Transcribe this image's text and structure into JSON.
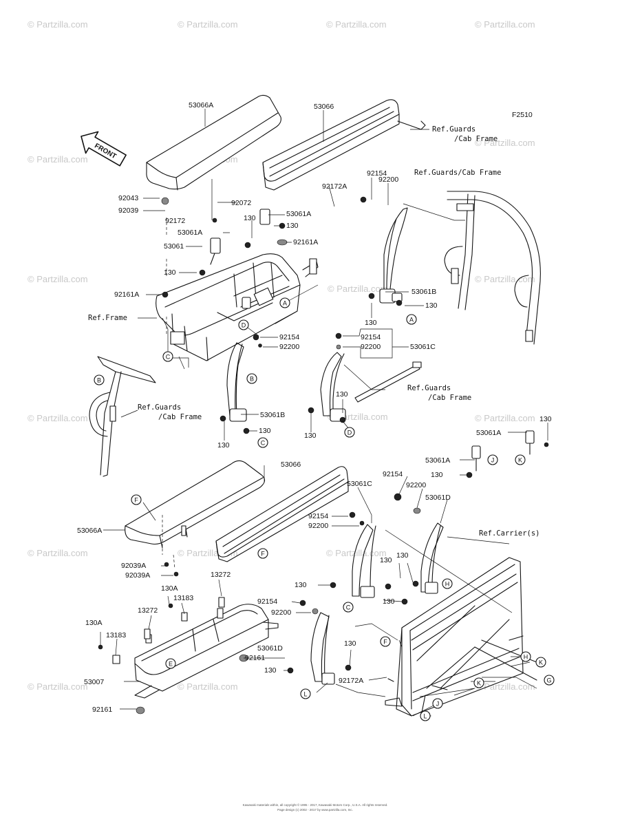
{
  "figure_code": "F2510",
  "front_label": "FRONT",
  "watermark_text": "© Partzilla.com",
  "footer": {
    "line1": "Kawasaki materials within, all copyright © 1995 - 2017, Kawasaki Motors Corp., U.S.A. All rights reserved.",
    "line2": "Page design (c) 2002 - 2017 by www.partzilla.com, Inc."
  },
  "refs": {
    "guards_cab_1": [
      "Ref.Guards",
      "/Cab Frame"
    ],
    "guards_cab_2": "Ref.Guards/Cab Frame",
    "guards_cab_3": [
      "Ref.Guards",
      "/Cab Frame"
    ],
    "guards_cab_4": [
      "Ref.Guards",
      "/Cab Frame"
    ],
    "frame": "Ref.Frame",
    "carrier": "Ref.Carrier(s)"
  },
  "labels": {
    "l53066A_top": "53066A",
    "l53066_top": "53066",
    "l92043": "92043",
    "l92039": "92039",
    "l92072": "92072",
    "l92172_a": "92172",
    "l92172A_top": "92172A",
    "l92154_top": "92154",
    "l92200_top": "92200",
    "l53061A_1": "53061A",
    "l130_1": "130",
    "l53061A_2": "53061A",
    "l130_2": "130",
    "l92161A_1": "92161A",
    "l53061": "53061",
    "l130_3": "130",
    "l92161A_2": "92161A",
    "l53061B_r": "53061B",
    "l130_4": "130",
    "l130_5": "130",
    "l92154_m": "92154",
    "l92200_m": "92200",
    "l92154_r": "92154",
    "l92200_r": "92200",
    "l53061C_r": "53061C",
    "l53061B_l": "53061B",
    "l130_6": "130",
    "l130_7": "130",
    "l130_8": "130",
    "l130_9": "130",
    "l53061A_3": "53061A",
    "l53061A_4": "53061A",
    "l130_10": "130",
    "l92154_b": "92154",
    "l92200_b": "92200",
    "l53061D_b": "53061D",
    "l53066_bot": "53066",
    "l53066A_bot": "53066A",
    "l53061C_b": "53061C",
    "l92154_c": "92154",
    "l92200_c": "92200",
    "l92039A_1": "92039A",
    "l92039A_2": "92039A",
    "l13272_1": "13272",
    "l130A_1": "130A",
    "l13183_1": "13183",
    "l13272_2": "13272",
    "l130_11": "130",
    "l130_12": "130",
    "l130_13": "130",
    "l92154_d": "92154",
    "l92200_d": "92200",
    "l130A_2": "130A",
    "l13183_2": "13183",
    "l53061D_2": "53061D",
    "l92161_1": "92161",
    "l130_14": "130",
    "l130_15": "130",
    "l53007": "53007",
    "l92172A_bot": "92172A",
    "l92161_2": "92161"
  },
  "callouts": {
    "A1": "A",
    "A2": "A",
    "B1": "B",
    "B2": "B",
    "C1": "C",
    "C2": "C",
    "D1": "D",
    "D2": "D",
    "C3": "C",
    "E1": "E",
    "F1": "F",
    "F2": "F",
    "F3": "F",
    "H1": "H",
    "H2": "H",
    "J1": "J",
    "J2": "J",
    "K1": "K",
    "K2": "K",
    "K3": "K",
    "G1": "G",
    "L1": "L",
    "L2": "L"
  }
}
